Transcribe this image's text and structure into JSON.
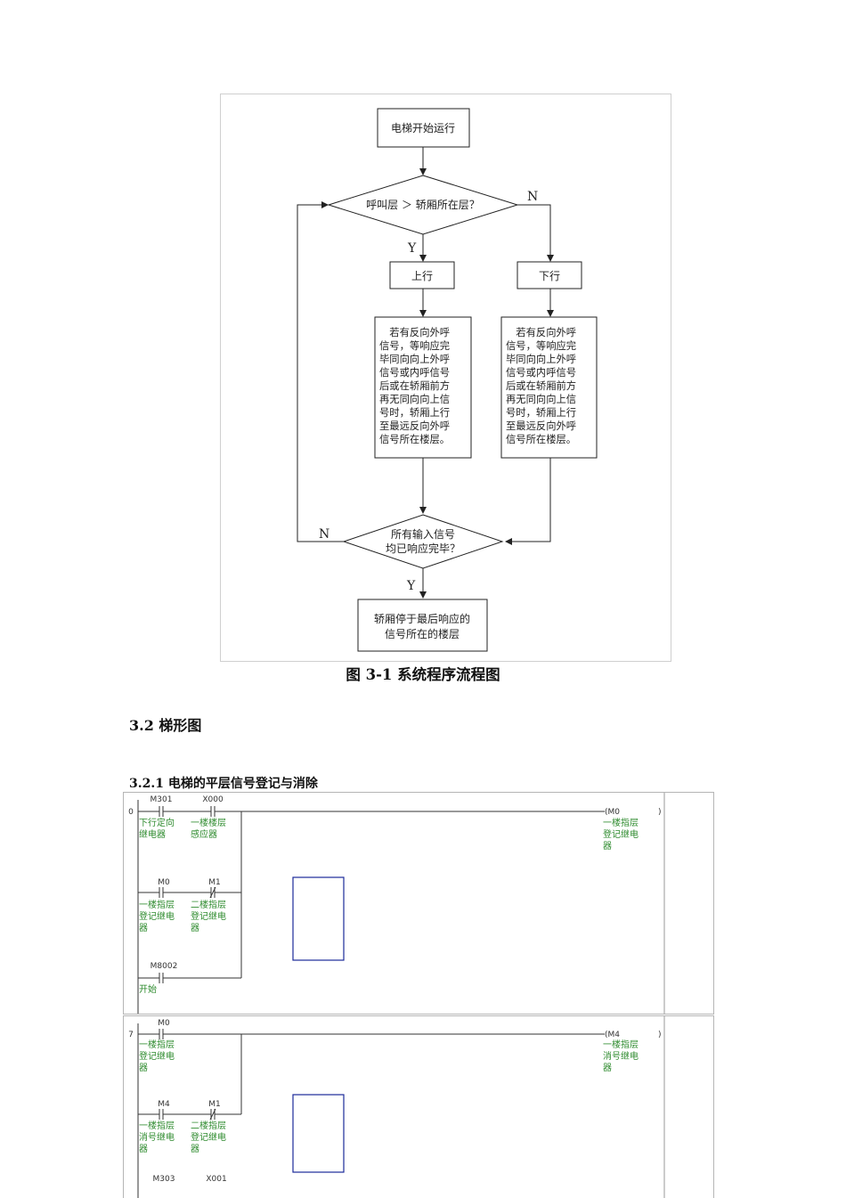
{
  "flowchart": {
    "start": "电梯开始运行",
    "decision1": "呼叫层 ＞ 轿厢所在层？",
    "yes": "Y",
    "no": "N",
    "up": "上行",
    "down": "下行",
    "up_body": [
      "　若有反向外呼",
      "信号，等响应完",
      "毕同向向上外呼",
      "信号或内呼信号",
      "后或在轿厢前方",
      "再无同向向上信",
      "号时，轿厢上行",
      "至最远反向外呼",
      "信号所在楼层。"
    ],
    "down_body": [
      "　若有反向外呼",
      "信号，等响应完",
      "毕同向向上外呼",
      "信号或内呼信号",
      "后或在轿厢前方",
      "再无同向向上信",
      "号时，轿厢上行",
      "至最远反向外呼",
      "信号所在楼层。"
    ],
    "decision2": [
      "所有输入信号",
      "均已响应完毕？"
    ],
    "end": [
      "轿厢停于最后响应的",
      "信号所在的楼层"
    ]
  },
  "caption": "图 3-1  系统程序流程图",
  "section_heading": "3.2 梯形图",
  "subsection_heading": "3.2.1 电梯的平层信号登记与消除",
  "ladder1": {
    "step": "0",
    "c1_name": "M301",
    "c1_cmt": [
      "下行定向",
      "继电器"
    ],
    "c2_name": "X000",
    "c2_cmt": [
      "一楼楼层",
      "感应器"
    ],
    "c3_name": "M0",
    "c3_cmt": [
      "一楼指层",
      "登记继电",
      "器"
    ],
    "c4_name": "M1",
    "c4_cmt": [
      "二楼指层",
      "登记继电",
      "器"
    ],
    "c5_name": "M8002",
    "c5_cmt": [
      "开始"
    ],
    "coil_name": "(M0",
    "coil_end": ")",
    "coil_cmt": [
      "一楼指层",
      "登记继电",
      "器"
    ]
  },
  "ladder2": {
    "step": "7",
    "c1_name": "M0",
    "c1_cmt": [
      "一楼指层",
      "登记继电",
      "器"
    ],
    "c3_name": "M4",
    "c3_cmt": [
      "一楼指层",
      "消号继电",
      "器"
    ],
    "c4_name": "M1",
    "c4_cmt": [
      "二楼指层",
      "登记继电",
      "器"
    ],
    "c5_name": "M303",
    "c6_name": "X001",
    "coil_name": "(M4",
    "coil_end": ")",
    "coil_cmt": [
      "一楼指层",
      "消号继电",
      "器"
    ]
  }
}
